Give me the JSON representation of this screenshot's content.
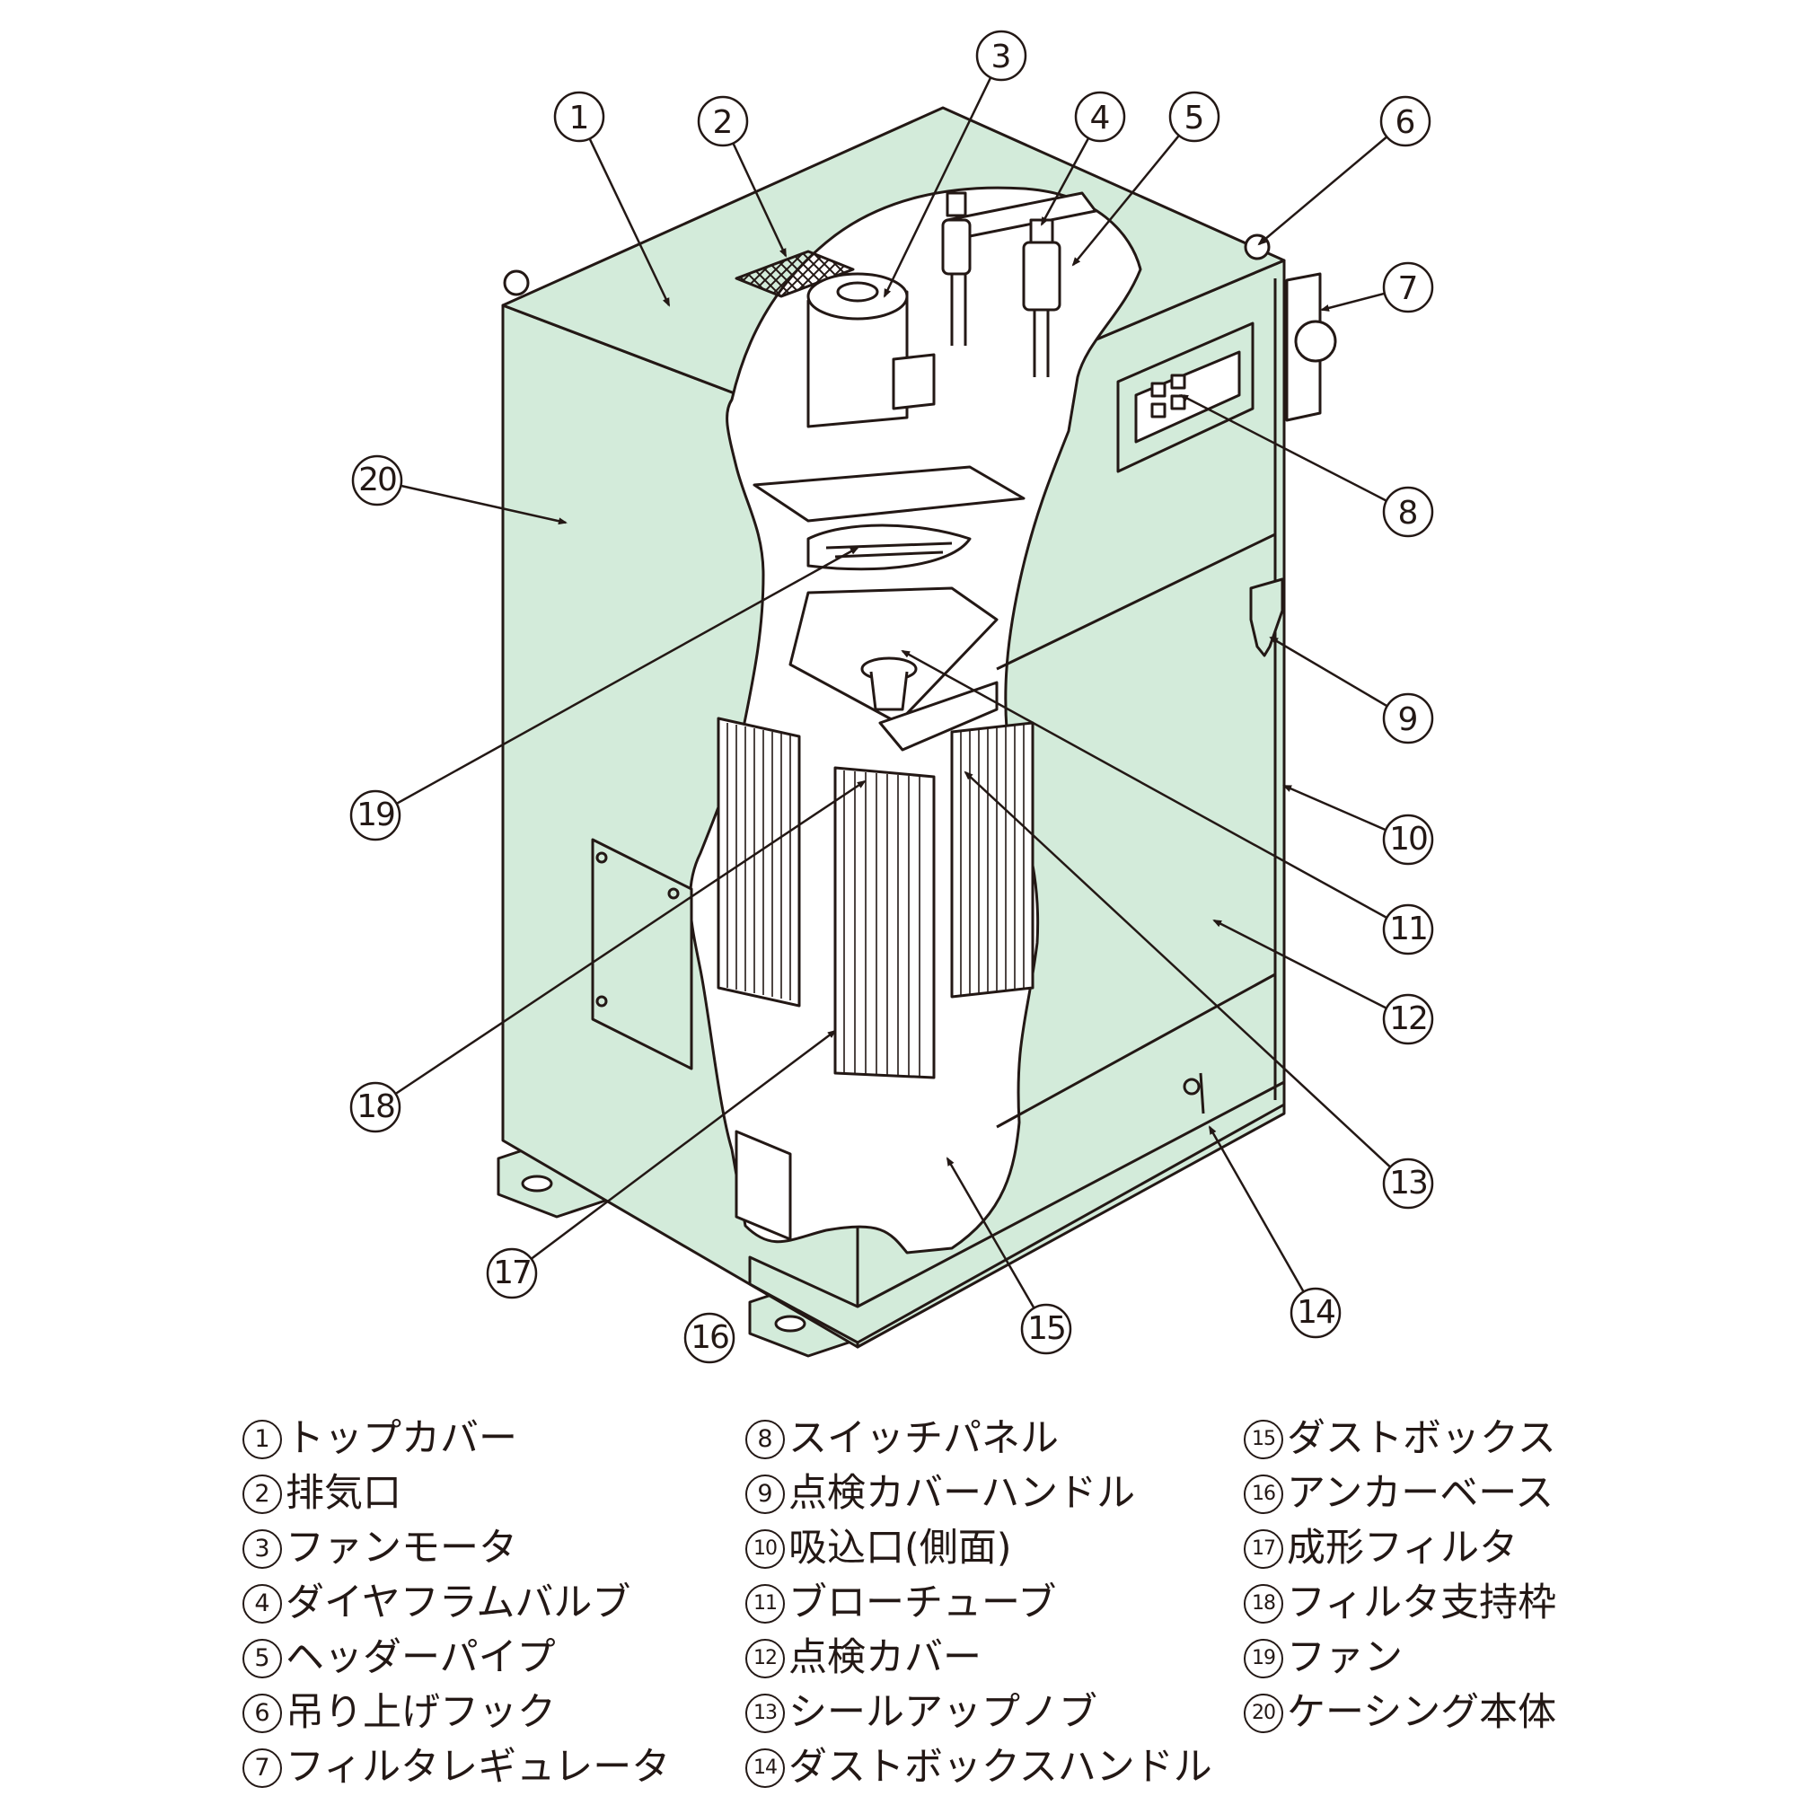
{
  "colors": {
    "casing_fill": "#d3ebda",
    "line": "#231815",
    "interior": "#ffffff"
  },
  "callouts": [
    {
      "num": "1",
      "label": "トップカバー"
    },
    {
      "num": "2",
      "label": "排気口"
    },
    {
      "num": "3",
      "label": "ファンモータ"
    },
    {
      "num": "4",
      "label": "ダイヤフラムバルブ"
    },
    {
      "num": "5",
      "label": "ヘッダーパイプ"
    },
    {
      "num": "6",
      "label": "吊り上げフック"
    },
    {
      "num": "7",
      "label": "フィルタレギュレータ"
    },
    {
      "num": "8",
      "label": "スイッチパネル"
    },
    {
      "num": "9",
      "label": "点検カバーハンドル"
    },
    {
      "num": "10",
      "label": "吸込口(側面)"
    },
    {
      "num": "11",
      "label": "ブローチューブ"
    },
    {
      "num": "12",
      "label": "点検カバー"
    },
    {
      "num": "13",
      "label": "シールアップノブ"
    },
    {
      "num": "14",
      "label": "ダストボックスハンドル"
    },
    {
      "num": "15",
      "label": "ダストボックス"
    },
    {
      "num": "16",
      "label": "アンカーベース"
    },
    {
      "num": "17",
      "label": "成形フィルタ"
    },
    {
      "num": "18",
      "label": "フィルタ支持枠"
    },
    {
      "num": "19",
      "label": "ファン"
    },
    {
      "num": "20",
      "label": "ケーシング本体"
    }
  ]
}
